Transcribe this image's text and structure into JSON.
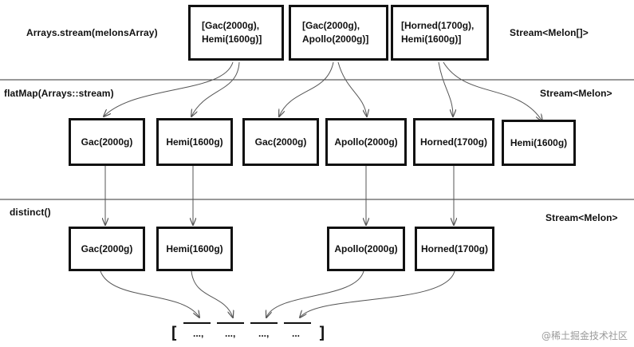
{
  "rows": [
    {
      "operation_label": "Arrays.stream(melonsArray)",
      "type_label": "Stream<Melon[]>",
      "nodes": [
        {
          "lines": [
            "[Gac(2000g),",
            "Hemi(1600g)]"
          ]
        },
        {
          "lines": [
            "[Gac(2000g),",
            "Apollo(2000g)]"
          ]
        },
        {
          "lines": [
            "[Horned(1700g),",
            "Hemi(1600g)]"
          ]
        }
      ]
    },
    {
      "operation_label": "flatMap(Arrays::stream)",
      "type_label": "Stream<Melon>",
      "nodes": [
        "Gac(2000g)",
        "Hemi(1600g)",
        "Gac(2000g)",
        "Apollo(2000g)",
        "Horned(1700g)",
        "Hemi(1600g)"
      ]
    },
    {
      "operation_label": "distinct()",
      "type_label": "Stream<Melon>",
      "nodes": [
        "Gac(2000g)",
        "Hemi(1600g)",
        "Apollo(2000g)",
        "Horned(1700g)"
      ]
    }
  ],
  "result": {
    "open_bracket": "[",
    "slots": [
      "...,",
      "...,",
      "...,",
      "..."
    ],
    "close_bracket": "]"
  },
  "watermark": "@稀土掘金技术社区"
}
